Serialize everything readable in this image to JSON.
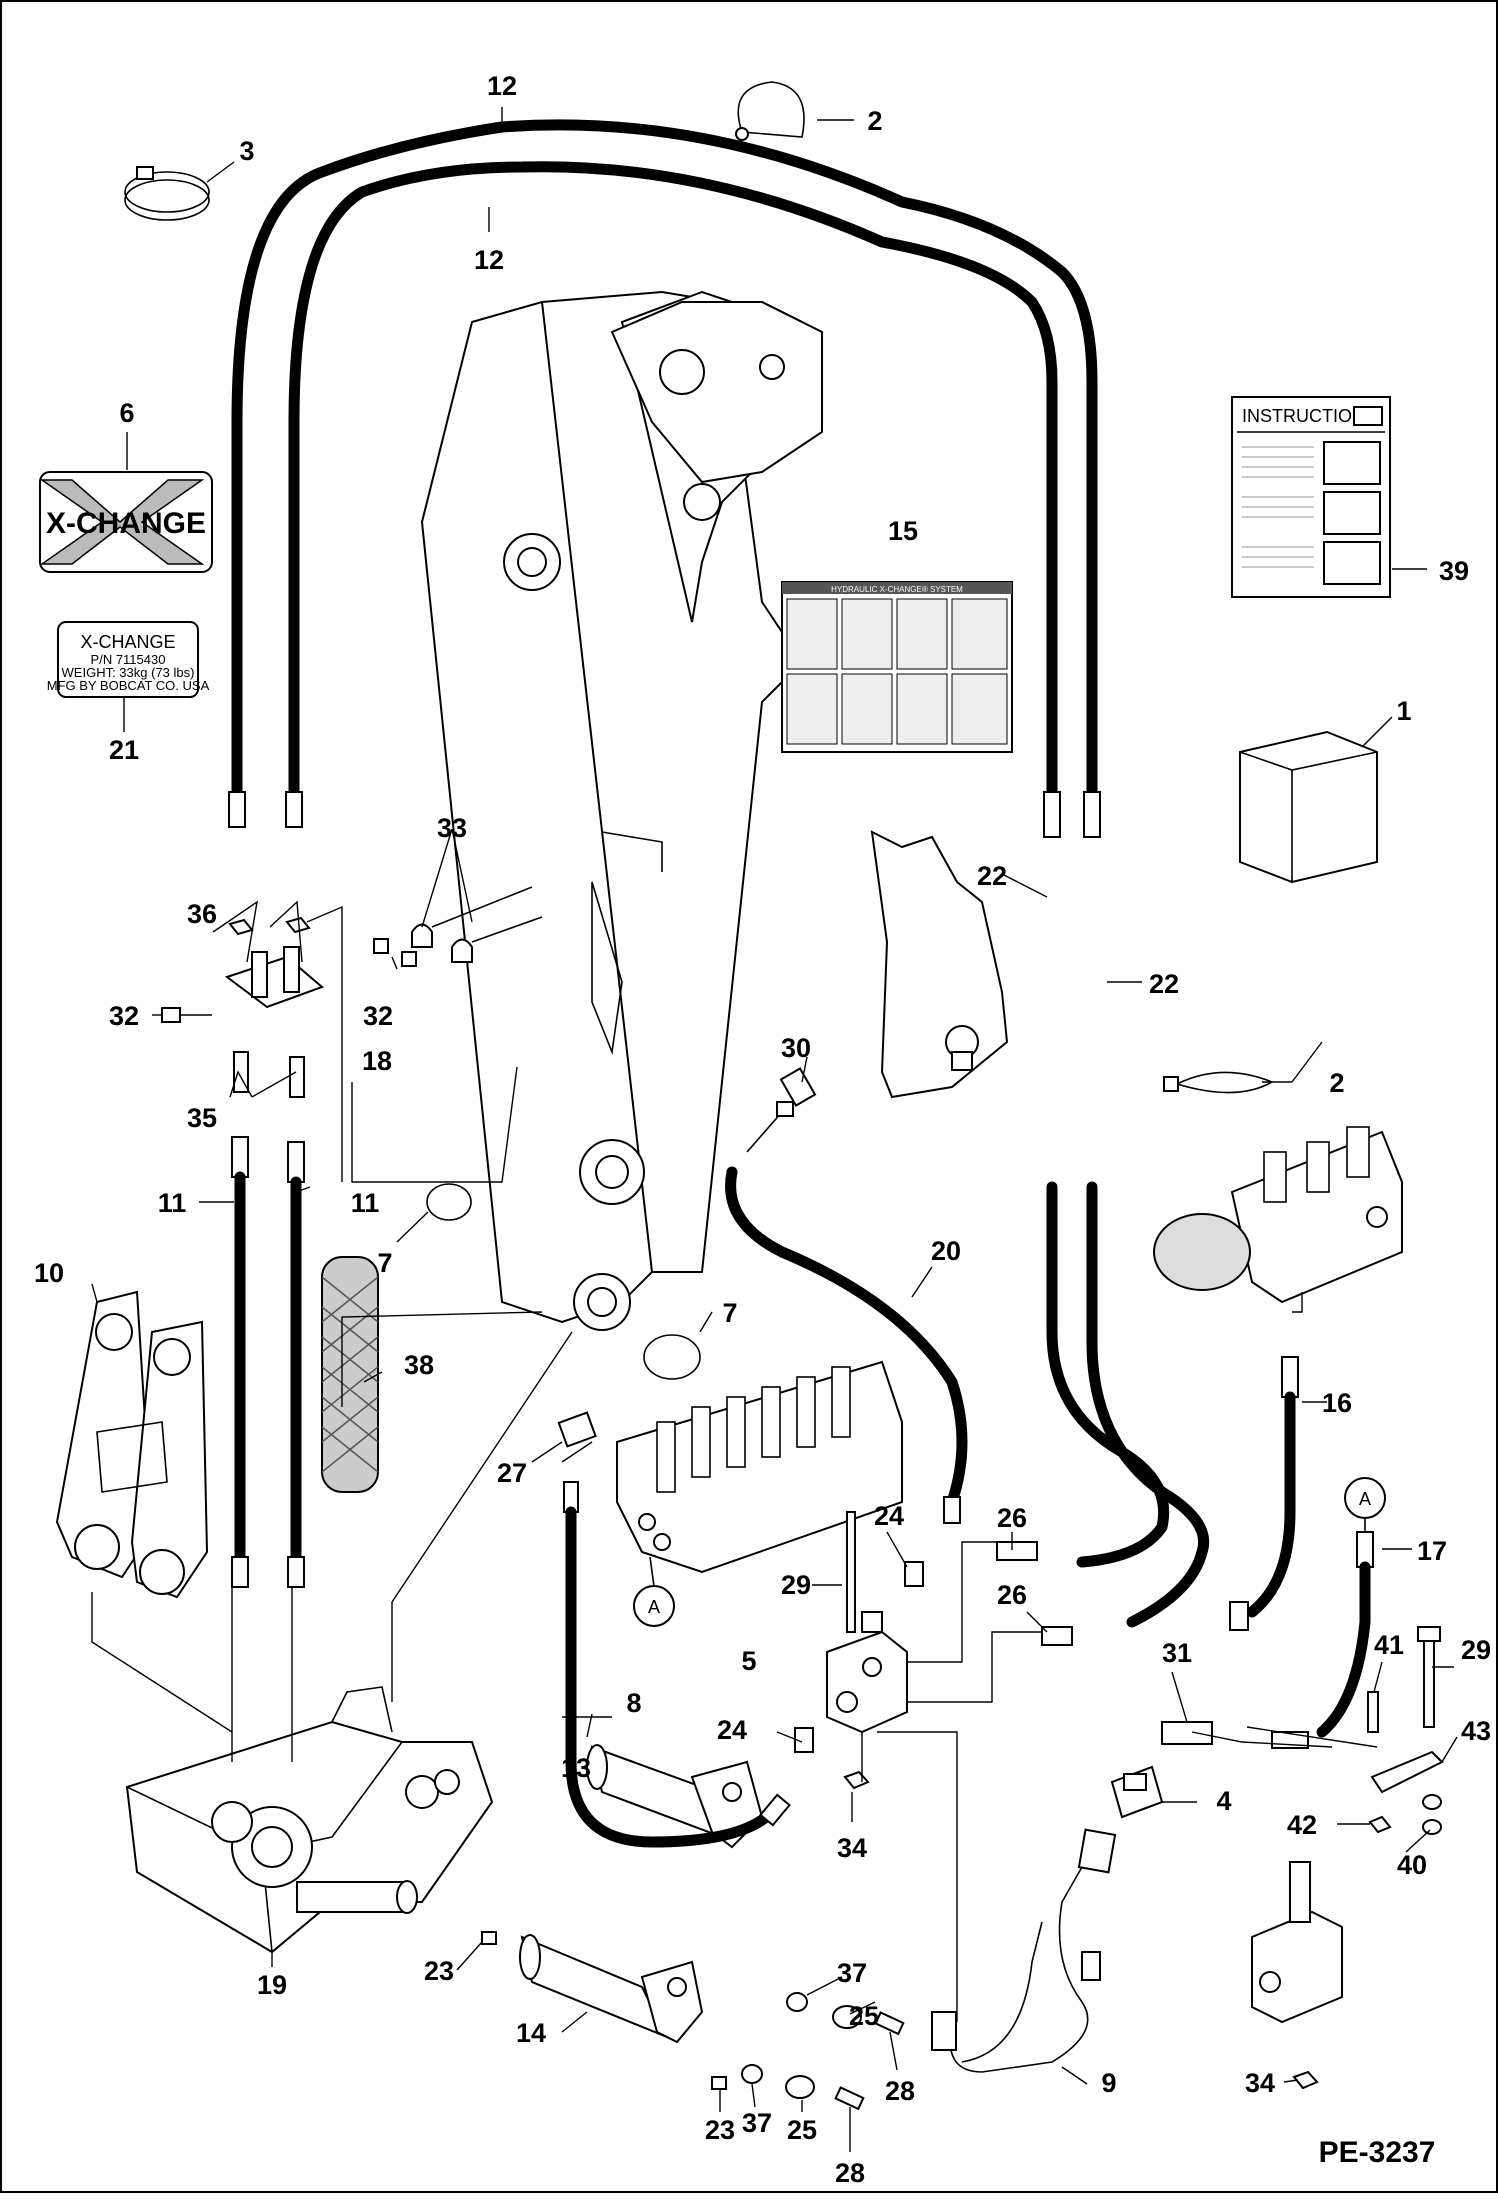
{
  "diagram": {
    "reference": "PE-3237",
    "callouts": [
      "1",
      "2",
      "2",
      "3",
      "4",
      "5",
      "6",
      "7",
      "7",
      "8",
      "9",
      "10",
      "11",
      "11",
      "12",
      "12",
      "13",
      "14",
      "15",
      "16",
      "17",
      "18",
      "19",
      "20",
      "21",
      "22",
      "22",
      "23",
      "23",
      "24",
      "24",
      "25",
      "25",
      "26",
      "26",
      "27",
      "28",
      "28",
      "29",
      "29",
      "30",
      "31",
      "32",
      "32",
      "33",
      "34",
      "34",
      "35",
      "36",
      "37",
      "37",
      "38",
      "39",
      "40",
      "41",
      "42",
      "43"
    ],
    "port_markers": [
      "A",
      "A"
    ]
  },
  "decal_xchange": {
    "brand": "X-CHANGE"
  },
  "label_xchange": {
    "line1": "X-CHANGE",
    "line2": "P/N 7115430",
    "line3": "WEIGHT: 33kg (73 lbs)",
    "line4": "MFG BY BOBCAT CO. USA"
  },
  "instructions_sheet": {
    "title": "INSTRUCTIONS"
  },
  "decal_system": {
    "title": "HYDRAULIC X-CHANGE® SYSTEM"
  }
}
